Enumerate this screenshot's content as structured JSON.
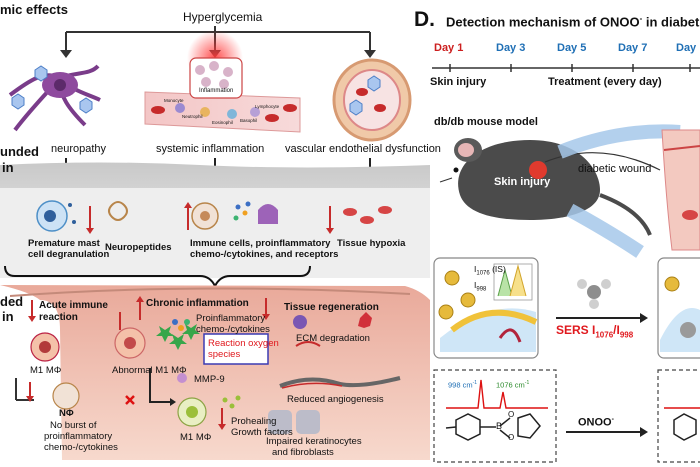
{
  "left_panel": {
    "header_partial": "mic effects",
    "top_trigger": "Hyperglycemia",
    "side_label_top": [
      "unded",
      "in"
    ],
    "side_label_bottom": [
      "ded",
      "in"
    ],
    "complications": [
      "neuropathy",
      "systemic inflammation",
      "vascular endothelial dysfunction"
    ],
    "inflammation_inset": {
      "title": "Inflammation",
      "cells": [
        "Monocyte",
        "Neutrophil",
        "Eosinophil",
        "Basophil",
        "Lymphocyte"
      ]
    },
    "skin_layer": {
      "premature": [
        "Premature mast",
        "cell degranulation"
      ],
      "neuropeptides": "Neuropeptides",
      "immune": [
        "Immune cells, proinflammatory",
        "chemo-/cytokines, and receptors"
      ],
      "hypoxia": "Tissue hypoxia"
    },
    "wound_bed": {
      "acute": [
        "Acute immune",
        "reaction"
      ],
      "chronic": "Chronic inflammation",
      "proinflam": [
        "Proinflammatory",
        "chemo-/cytokines"
      ],
      "ros": [
        "Reaction oxygen",
        "species"
      ],
      "m1_left": "M1 MΦ",
      "abnormal_m1": "Abnormal M1 MΦ",
      "mmp": "MMP-9",
      "nphi": "NΦ",
      "no_burst": [
        "No burst of",
        "proinflammatory",
        "chemo-/cytokines"
      ],
      "m1_bottom": "M1 MΦ",
      "prohealing": [
        "Prohealing",
        "Growth factors"
      ],
      "tissue_regen": "Tissue regeneration",
      "ecm": "ECM degradation",
      "angio": "Reduced angiogenesis",
      "keratinocytes": [
        "Impaired keratinocytes",
        "and fibroblasts"
      ]
    }
  },
  "right_panel": {
    "panel_letter": "D.",
    "title_parts": [
      "Detection mechanism of ONOO",
      "-",
      " in diabetic"
    ],
    "timeline": {
      "days": [
        "Day 1",
        "Day 3",
        "Day 5",
        "Day 7",
        "Day"
      ],
      "skin_injury": "Skin injury",
      "treatment": "Treatment (every day)"
    },
    "mouse_model": "db/db mouse model",
    "skin_injury_label": "Skin injury",
    "diabetic_wound": "diabetic wound",
    "sers": {
      "i1076": "I",
      "i1076_sub": "1076",
      "is": " (IS)",
      "i998": "I",
      "i998_sub": "998",
      "ratio_prefix": "SERS I",
      "ratio_sub1": "1076",
      "ratio_mid": "/I",
      "ratio_sub2": "998"
    },
    "spectrum": {
      "peak1": "998 cm",
      "peak1_sup": "-1",
      "peak2": "1076 cm",
      "peak2_sup": "-1",
      "boron": "B",
      "o_top": "O",
      "o_bottom": "O"
    },
    "reaction_label": "ONOO",
    "reaction_sup": "-"
  },
  "colors": {
    "day1": "#cc1f1f",
    "days": "#1f6fb5",
    "sers_red": "#e0191e",
    "wound_bg": "#f2c7b6",
    "ros_border": "#3b3bb3",
    "ros_text": "#e0191e"
  }
}
